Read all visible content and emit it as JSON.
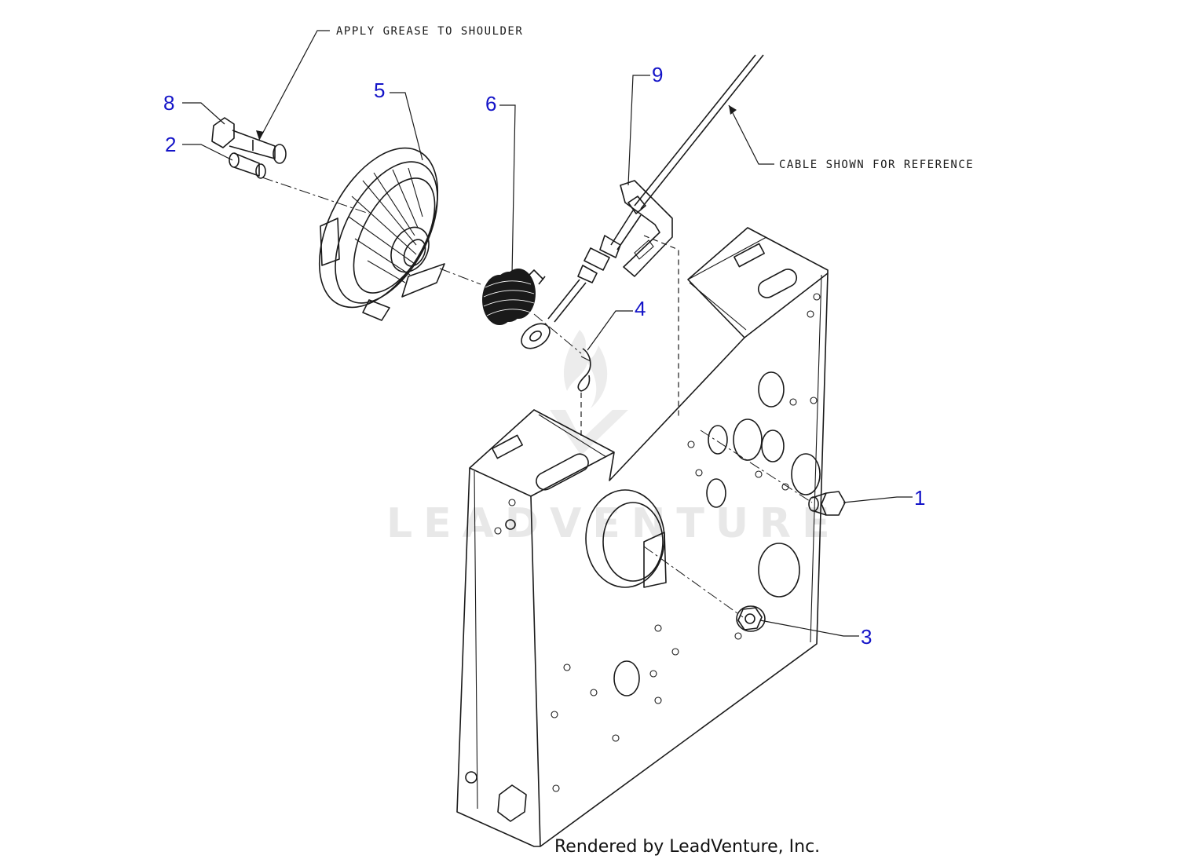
{
  "annotations": {
    "grease_note": "APPLY GREASE TO SHOULDER",
    "cable_note": "CABLE SHOWN FOR REFERENCE"
  },
  "callouts": [
    {
      "id": "c1",
      "label": "1"
    },
    {
      "id": "c2",
      "label": "2"
    },
    {
      "id": "c3",
      "label": "3"
    },
    {
      "id": "c4",
      "label": "4"
    },
    {
      "id": "c5",
      "label": "5"
    },
    {
      "id": "c6",
      "label": "6"
    },
    {
      "id": "c8",
      "label": "8"
    },
    {
      "id": "c9",
      "label": "9"
    }
  ],
  "watermark": {
    "text": "LEADVENTURE"
  },
  "footer": {
    "credit": "Rendered by LeadVenture, Inc."
  },
  "colors": {
    "callout": "#1414c8",
    "line": "#1a1a1a",
    "watermark": "#e6e6e6"
  }
}
